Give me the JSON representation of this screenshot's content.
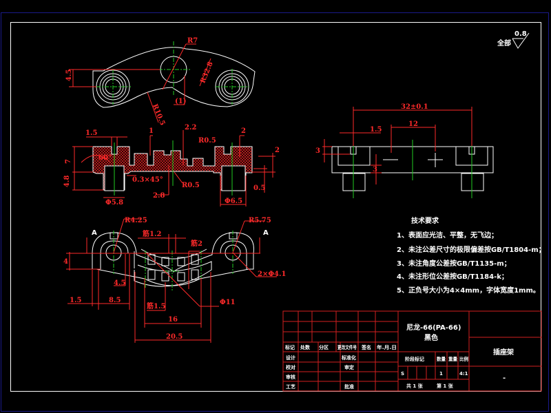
{
  "roughness": {
    "label": "全部",
    "value": "0.8"
  },
  "top_view": {
    "dims": {
      "radius_top": "R7",
      "dim_r32": "R32.8",
      "dim_r10": "R10.5",
      "left_h": "4.5",
      "ref": "(1)"
    }
  },
  "section_view": {
    "dims": {
      "w_slot": "1.5",
      "w_rib": "1",
      "d_2_2": "2.2",
      "d_2a": "2",
      "d_2b": "2",
      "h7": "7",
      "h4_8": "4.8",
      "angle": "60°",
      "chamfer": "0.3×45°",
      "r_a": "R0.5",
      "r_b": "R0.5",
      "d_2_8": "2.8",
      "phi_left": "Φ5.8",
      "phi_right": "Φ6.5",
      "d_0_5": "0.5"
    }
  },
  "side_view": {
    "dims": {
      "overall": "32±0.1",
      "gap": "12",
      "slot": "1.5",
      "h": "3",
      "h2": "3"
    }
  },
  "bottom_view": {
    "dims": {
      "r_left": "R4.25",
      "r_right": "R5.75",
      "rib1": "筋1.2",
      "rib2": "筋2",
      "rib3": "筋1.5",
      "holes": "2×Φ4.1",
      "phi11": "Φ11",
      "h4": "4",
      "d4_5": "4.5",
      "d1_5": "1.5",
      "d8_5": "8.5",
      "d16": "16",
      "d20_5": "20.5",
      "section_a_left": "A",
      "section_a_right": "A"
    }
  },
  "tech_requirements": {
    "title": "技术要求",
    "items": [
      "1、表面应光洁、平整，无飞边；",
      "2、未注公差尺寸的极限偏差按GB/T1804-m；",
      "3、未注角度公差按GB/T1135-m；",
      "4、未注形位公差按GB/T1184-k；",
      "5、正负号大小为4×4mm，字体宽度1mm。"
    ]
  },
  "title_block": {
    "material": "尼龙-66(PA-66)",
    "color": "黑色",
    "part_name": "插座架",
    "drawing_no": "-",
    "header_row": [
      "标记",
      "处数",
      "分区",
      "更改文件号",
      "签名",
      "年.月.日"
    ],
    "left_rows": [
      [
        "设计",
        "标准化"
      ],
      [
        "校对",
        "审定"
      ],
      [
        "审核",
        ""
      ],
      [
        "工艺",
        "批准"
      ]
    ],
    "stage_label": "阶段标记",
    "weight_label": "重量",
    "qty_label": "数量",
    "scale_label": "比例",
    "stage_value": "S",
    "qty_value": "1",
    "scale_value": "4:1",
    "sheets_total": "共 1 张",
    "sheet_no": "第 1 张"
  },
  "colors": {
    "outline": "#ffffff",
    "dimension": "#ff2a2a",
    "centerline": "#22cc22",
    "hatch": "#ff2a2a",
    "frame": "#1a1a8a"
  }
}
